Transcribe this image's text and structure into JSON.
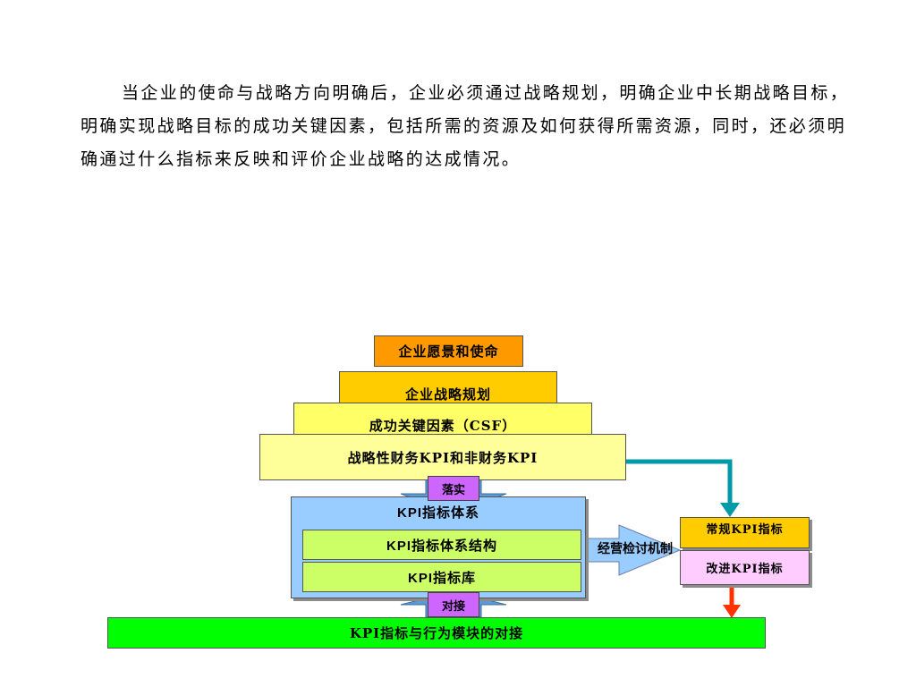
{
  "paragraph": "当企业的使命与战略方向明确后，企业必须通过战略规划，明确企业中长期战略目标，明确实现战略目标的成功关键因素，包括所需的资源及如何获得所需资源，同时，还必须明确通过什么指标来反映和评价企业战略的达成情况。",
  "diagram": {
    "vision": "企业愿景和使命",
    "strategy_planning": "企业战略规划",
    "csf": "成功关键因素（CSF）",
    "kpi_financial": "战略性财务KPI和非财务KPI",
    "implement_tag": "落实",
    "kpi_system": "KPI指标体系",
    "kpi_structure": "KPI指标体系结构",
    "kpi_library": "KPI指标库",
    "dock_tag": "对接",
    "kpi_behavior": "KPI指标与行为模块的对接",
    "review_mechanism": "经营检讨机制",
    "regular_kpi": "常规KPI指标",
    "improve_kpi": "改进KPI指标"
  },
  "colors": {
    "vision_fill": "#ff9900",
    "strategy_fill": "#ffcc00",
    "csf_fill": "#ffff66",
    "kpi_financial_fill": "#ffff99",
    "kpi_system_fill": "#99ccff",
    "kpi_inner_fill": "#ccff66",
    "tag_fill": "#cc66ff",
    "behavior_fill": "#00ff00",
    "regular_fill": "#ffcc00",
    "improve_fill": "#ffccff",
    "teal_arrow": "#0099aa",
    "red_arrow": "#ff3300"
  }
}
